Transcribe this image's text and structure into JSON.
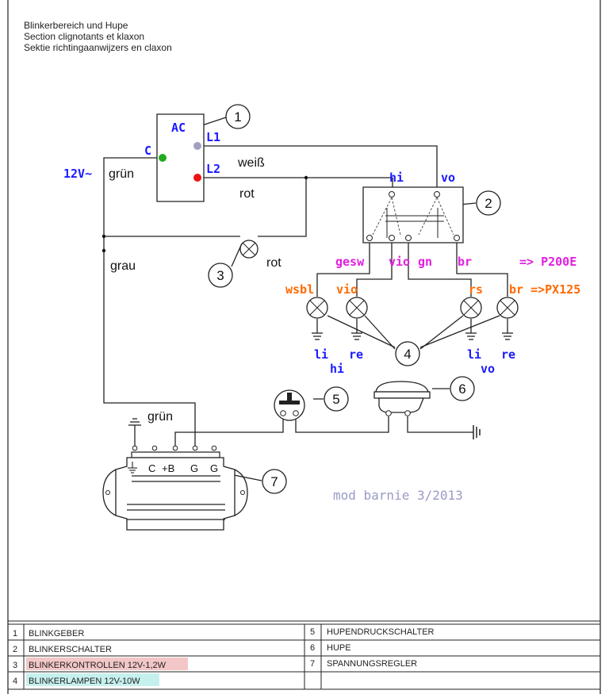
{
  "header": {
    "line1": "Blinkerbereich und Hupe",
    "line2": "Section clignotants et klaxon",
    "line3": "Sektie richtingaanwijzers en claxon"
  },
  "flasher": {
    "terminal_ac": "AC",
    "terminal_c": "C",
    "terminal_l1": "L1",
    "terminal_l2": "L2",
    "dot_colors": {
      "c": "#22aa22",
      "l1": "#a0a0c0",
      "l2": "#ee1111"
    }
  },
  "wires": {
    "supply": "12V~",
    "gruen": "grün",
    "weiss": "weiß",
    "rot": "rot",
    "grau": "grau",
    "rot_lamp": "rot",
    "gruen_regulator": "grün"
  },
  "switch": {
    "hi": "hi",
    "vo": "vo"
  },
  "wire_colors": {
    "gesw": "gesw",
    "vio": "vio",
    "gn": "gn",
    "br": "br",
    "p200e": "=> P200E"
  },
  "lamp_colors": {
    "wsbl": "wsbl",
    "vio": "vio",
    "rs": "rs",
    "br_px125": "br =>PX125"
  },
  "lamps": {
    "li_1": "li",
    "re_1": "re",
    "li_2": "li",
    "re_2": "re",
    "hi": "hi",
    "vo": "vo"
  },
  "regulator": {
    "t1": "C",
    "t2": "+B",
    "t3": "G",
    "t4": "G"
  },
  "callouts": [
    "1",
    "2",
    "3",
    "4",
    "5",
    "6",
    "7"
  ],
  "credit": "mod barnie 3/2013",
  "legend": {
    "left": [
      {
        "no": "1",
        "text": "BLINKGEBER"
      },
      {
        "no": "2",
        "text": "BLINKERSCHALTER"
      },
      {
        "no": "3",
        "text": "BLINKERKONTROLLEN 12V-1,2W"
      },
      {
        "no": "4",
        "text": "BLINKERLAMPEN 12V-10W"
      }
    ],
    "right": [
      {
        "no": "5",
        "text": "HUPENDRUCKSCHALTER"
      },
      {
        "no": "6",
        "text": "HUPE"
      },
      {
        "no": "7",
        "text": "SPANNUNGSREGLER"
      }
    ],
    "highlight_colors": {
      "row3": "#f3c7c7",
      "row4": "#c6f0ee"
    }
  },
  "colors": {
    "accent_blue": "#1a1aff",
    "accent_magenta": "#e020e0",
    "accent_orange": "#ff6a00",
    "credit": "#9a9ac8"
  }
}
